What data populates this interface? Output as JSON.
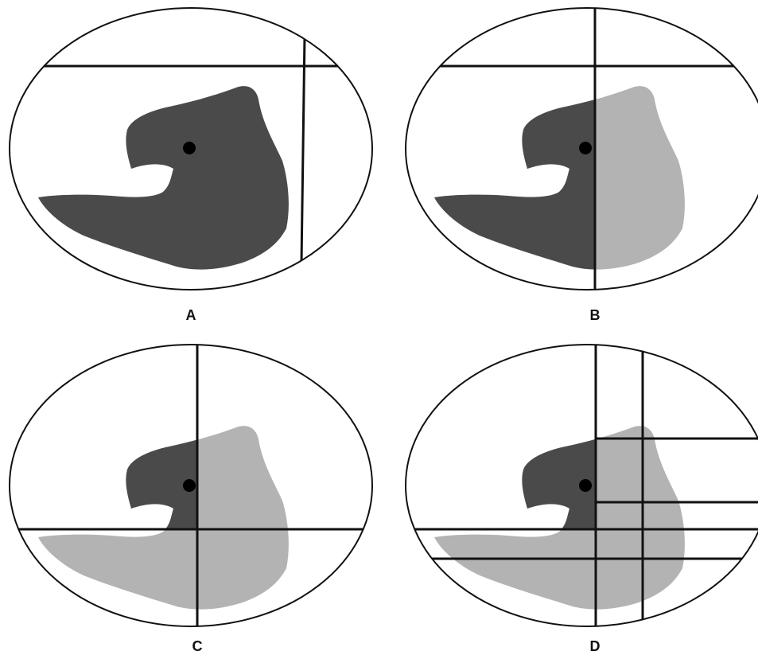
{
  "colors": {
    "dark_region": "#4a4a4a",
    "light_region": "#b3b3b3",
    "outline": "#111111",
    "background": "#ffffff",
    "dot": "#000000"
  },
  "panels": [
    {
      "label": "A"
    },
    {
      "label": "B"
    },
    {
      "label": "C"
    },
    {
      "label": "D"
    }
  ]
}
